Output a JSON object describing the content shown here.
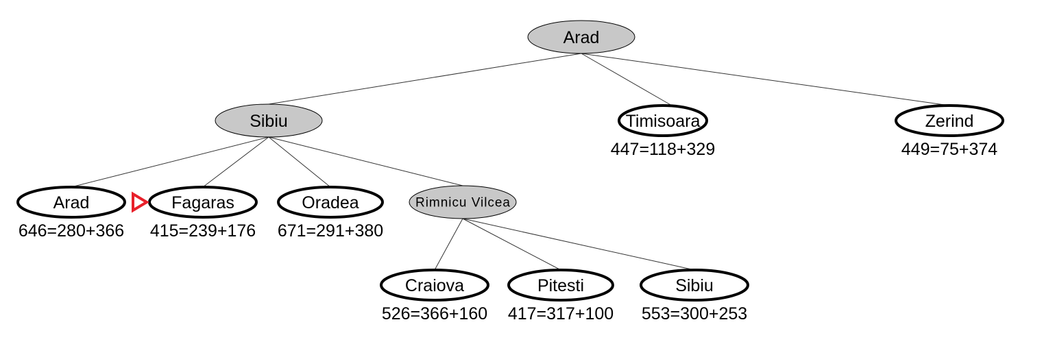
{
  "tree": {
    "nodes": [
      {
        "id": "arad_root",
        "label": "Arad",
        "state": "expanded"
      },
      {
        "id": "sibiu",
        "label": "Sibiu",
        "state": "expanded",
        "parent": "arad_root"
      },
      {
        "id": "timisoara",
        "label": "Timisoara",
        "state": "frontier",
        "cost": "447=118+329",
        "parent": "arad_root"
      },
      {
        "id": "zerind",
        "label": "Zerind",
        "state": "frontier",
        "cost": "449=75+374",
        "parent": "arad_root"
      },
      {
        "id": "arad_2",
        "label": "Arad",
        "state": "frontier",
        "cost": "646=280+366",
        "parent": "sibiu"
      },
      {
        "id": "fagaras",
        "label": "Fagaras",
        "state": "frontier",
        "cost": "415=239+176",
        "parent": "sibiu",
        "marked_next": true
      },
      {
        "id": "oradea",
        "label": "Oradea",
        "state": "frontier",
        "cost": "671=291+380",
        "parent": "sibiu"
      },
      {
        "id": "rimnicu",
        "label": "Rimnicu Vilcea",
        "state": "expanded",
        "parent": "sibiu"
      },
      {
        "id": "craiova",
        "label": "Craiova",
        "state": "frontier",
        "cost": "526=366+160",
        "parent": "rimnicu"
      },
      {
        "id": "pitesti",
        "label": "Pitesti",
        "state": "frontier",
        "cost": "417=317+100",
        "parent": "rimnicu"
      },
      {
        "id": "sibiu_2",
        "label": "Sibiu",
        "state": "frontier",
        "cost": "553=300+253",
        "parent": "rimnicu"
      }
    ],
    "colors": {
      "expanded_fill": "#c8c8c8",
      "frontier_fill": "#ffffff",
      "edge": "#333333",
      "marker": "#e8202a"
    },
    "marker_icon": "red-triangle-pointer-icon"
  }
}
